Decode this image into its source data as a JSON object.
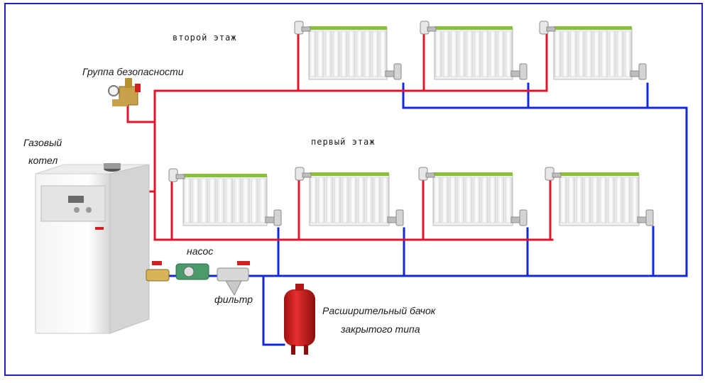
{
  "labels": {
    "second_floor": "второй этаж",
    "first_floor": "первый этаж",
    "safety_group": "Группа безопасности",
    "boiler_line1": "Газовый",
    "boiler_line2": "котел",
    "pump": "насос",
    "filter": "фильтр",
    "tank_line1": "Расширительный бачок",
    "tank_line2": "закрытого типа"
  },
  "colors": {
    "supply": "#e0142a",
    "return": "#1428d8",
    "frame": "#2020c0",
    "radiator_top": "#8bbf3a",
    "tank": "#d42020"
  }
}
